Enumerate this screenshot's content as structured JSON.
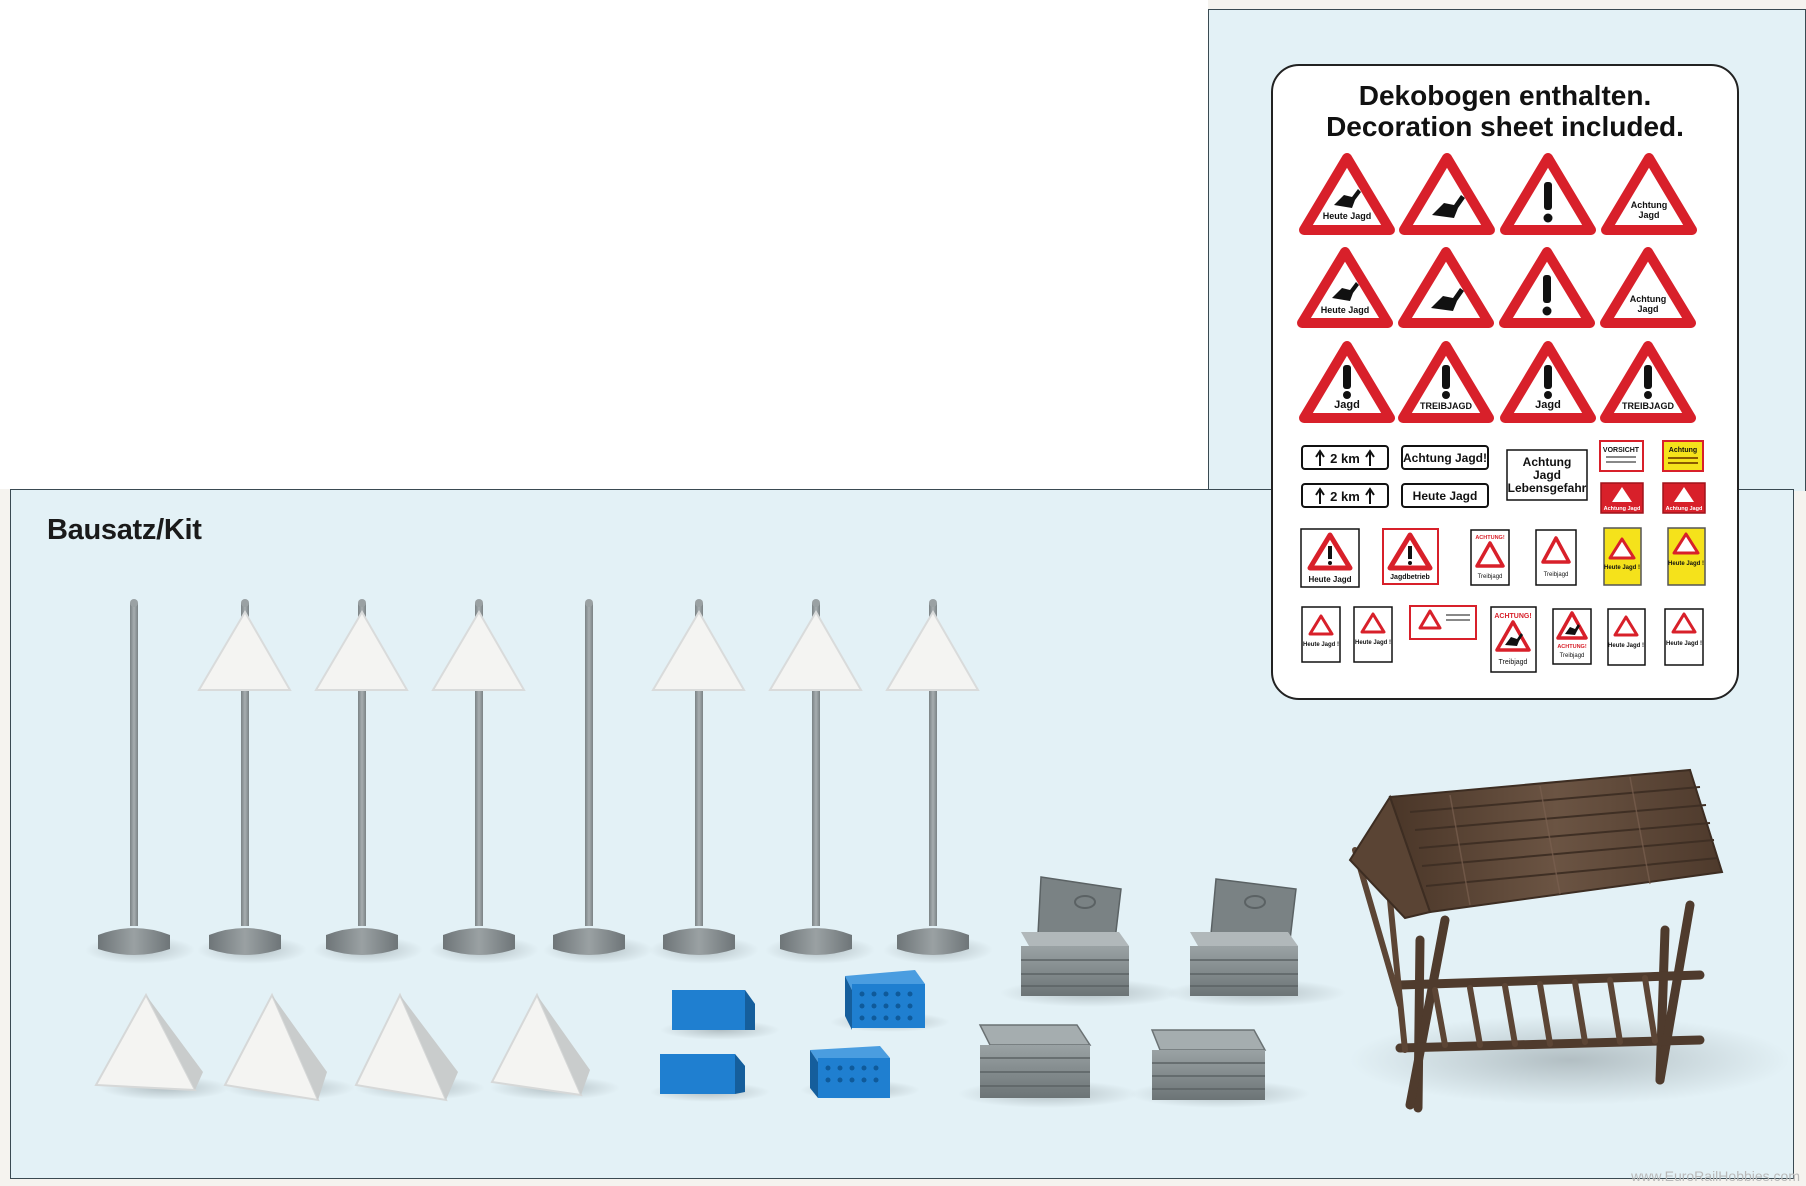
{
  "kit_title": "Bausatz/Kit",
  "sheet_title_de": "Dekobogen enthalten.",
  "sheet_title_en": "Decoration sheet included.",
  "watermark": "www.EuroRailHobbies.com",
  "signs": {
    "heute_jagd": "Heute Jagd",
    "achtung": "Achtung",
    "jagd": "Jagd",
    "treibjagd_caps": "TREIBJAGD",
    "km": "2 km",
    "achtung_jagd_excl": "Achtung Jagd!",
    "heute_jagd_plate": "Heute Jagd",
    "lebensgefahr": "Lebensgefahr",
    "vorsicht": "VORSICHT",
    "achtung_jagd": "Achtung Jagd",
    "jagdbetrieb": "Jagdbetrieb",
    "achtung_caps": "ACHTUNG!",
    "treibjagd": "Treibjagd",
    "heute_jagd_excl": "Heute Jagd !"
  },
  "colors": {
    "panel_bg": "#e3f1f6",
    "sign_red": "#d8202a",
    "sign_yellow": "#f5e21b",
    "pole_grey": "#8e9598",
    "crate_blue": "#1f7fd0",
    "box_grey": "#7c8587",
    "hut_brown": "#5a4434"
  }
}
